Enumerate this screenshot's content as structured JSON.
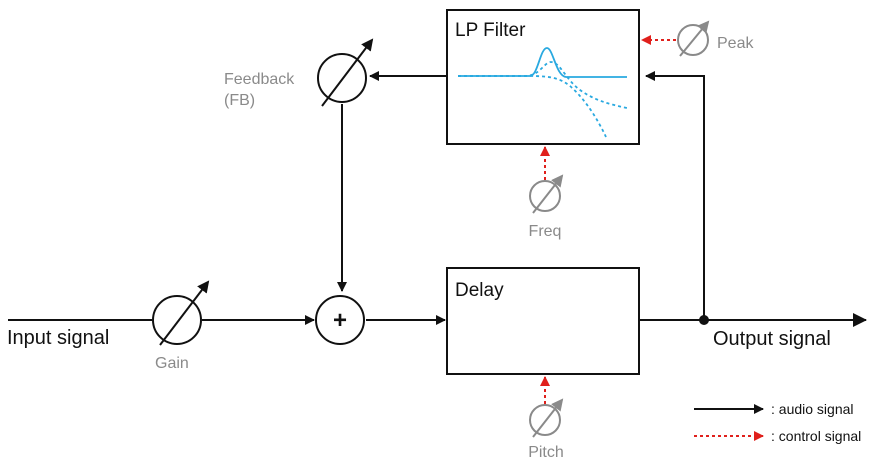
{
  "blocks": {
    "lp_filter": "LP Filter",
    "delay": "Delay",
    "sum_symbol": "+"
  },
  "signals": {
    "input": "Input signal",
    "output": "Output signal"
  },
  "controls": {
    "gain": "Gain",
    "feedback_line1": "Feedback",
    "feedback_line2": "(FB)",
    "freq": "Freq",
    "peak": "Peak",
    "pitch": "Pitch"
  },
  "legend": {
    "audio": ": audio signal",
    "control": ": control signal"
  },
  "colors": {
    "audio": "#111111",
    "control": "#e0201c",
    "knob": "#8a8a8a",
    "filter_curve": "#29a9e0"
  }
}
